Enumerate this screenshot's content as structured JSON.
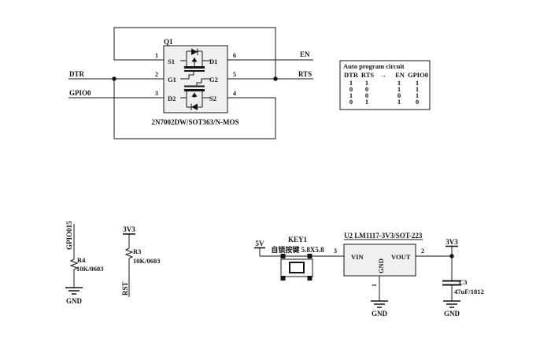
{
  "colors": {
    "background": "#ffffff",
    "ink": "#141414",
    "component_fill": "#f0f0f0"
  },
  "q1_block": {
    "refdes": "Q1",
    "part": "2N7002DW/SOT363/N-MOS",
    "pin1": "1",
    "pin2": "2",
    "pin3": "3",
    "pin4": "4",
    "pin5": "5",
    "pin6": "6",
    "s1": "S1",
    "g1": "G1",
    "d2": "D2",
    "d1": "D1",
    "g2": "G2",
    "s2": "S2",
    "net_dtr": "DTR",
    "net_gpio0": "GPIO0",
    "net_en": "EN",
    "net_rts": "RTS"
  },
  "truth_table": {
    "title": "Auto program circuit",
    "h_dtr": "DTR",
    "h_rts": "RTS",
    "h_arrow": "→",
    "h_en": "EN",
    "h_gpio0": "GPIO0",
    "rows": [
      [
        "1",
        "1",
        "1",
        "1"
      ],
      [
        "0",
        "0",
        "1",
        "1"
      ],
      [
        "1",
        "0",
        "0",
        "1"
      ],
      [
        "0",
        "1",
        "1",
        "0"
      ]
    ]
  },
  "r4_block": {
    "net_top": "GPIO015",
    "refdes": "R4",
    "value": "10K/0603",
    "gnd": "GND"
  },
  "r3_block": {
    "net_top": "3V3",
    "refdes": "R3",
    "value": "10K/0603",
    "net_bottom": "RST"
  },
  "key1_block": {
    "net_left": "5V",
    "refdes": "KEY1",
    "description": "自锁按键 5.8X5.8",
    "pin3": "3"
  },
  "u2_block": {
    "title": "U2 LM1117-3V3/SOT-223",
    "vin": "VIN",
    "gnd": "GND",
    "vout": "VOUT",
    "pin2": "2",
    "pin1": "1",
    "gnd_label": "GND",
    "net_out": "3V3"
  },
  "c3_block": {
    "refdes": "C3",
    "value": "47uF/1812",
    "gnd": "GND"
  }
}
